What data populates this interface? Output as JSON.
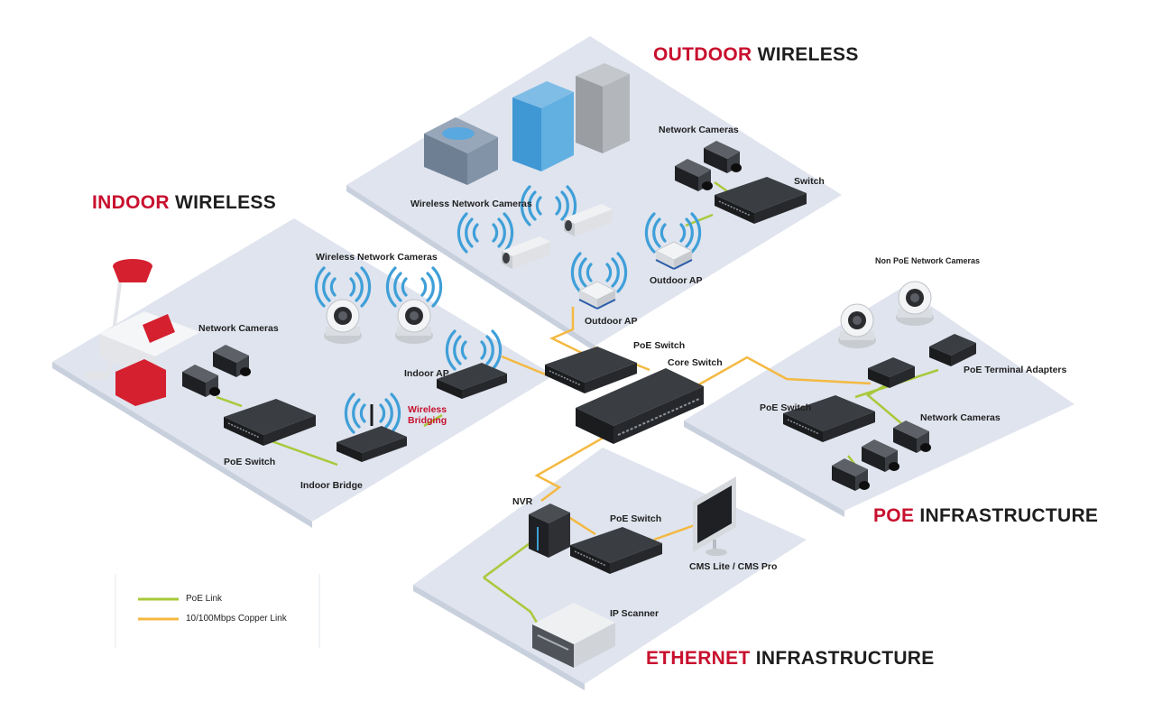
{
  "titles": {
    "outdoor": {
      "highlight": "OUTDOOR",
      "rest": " WIRELESS"
    },
    "indoor": {
      "highlight": "INDOOR",
      "rest": " WIRELESS"
    },
    "poe": {
      "highlight": "POE",
      "rest": " INFRASTRUCTURE"
    },
    "ethernet": {
      "highlight": "ETHERNET",
      "rest": " INFRASTRUCTURE"
    }
  },
  "labels": {
    "outdoor_network_cameras": "Network Cameras",
    "outdoor_switch": "Switch",
    "outdoor_wireless_network_cameras": "Wireless Network Cameras",
    "outdoor_ap_right": "Outdoor AP",
    "outdoor_ap_center": "Outdoor AP",
    "poe_switch_center": "PoE Switch",
    "core_switch": "Core Switch",
    "indoor_wireless_network_cameras": "Wireless Network Cameras",
    "indoor_network_cameras": "Network Cameras",
    "indoor_ap": "Indoor AP",
    "wireless_bridging": "Wireless Bridging",
    "indoor_poe_switch": "PoE Switch",
    "indoor_bridge": "Indoor Bridge",
    "non_poe_network_cameras": "Non PoE Network Cameras",
    "poe_terminal_adapters": "PoE Terminal Adapters",
    "poe_area_switch": "PoE Switch",
    "poe_area_network_cameras": "Network Cameras",
    "nvr": "NVR",
    "ethernet_poe_switch": "PoE Switch",
    "cms": "CMS Lite / CMS Pro",
    "ip_scanner": "IP Scanner"
  },
  "legend": [
    {
      "label": "PoE Link",
      "color": "#a8c93a"
    },
    {
      "label": "10/100Mbps Copper Link",
      "color": "#f4b942"
    }
  ],
  "colors": {
    "platform": "#dfe4ee",
    "accent_red": "#c8102e",
    "device_dark": "#2c2e31",
    "wifi_blue": "#3f9fd8",
    "poe_link": "#a8c93a",
    "copper_link": "#f4b942"
  }
}
